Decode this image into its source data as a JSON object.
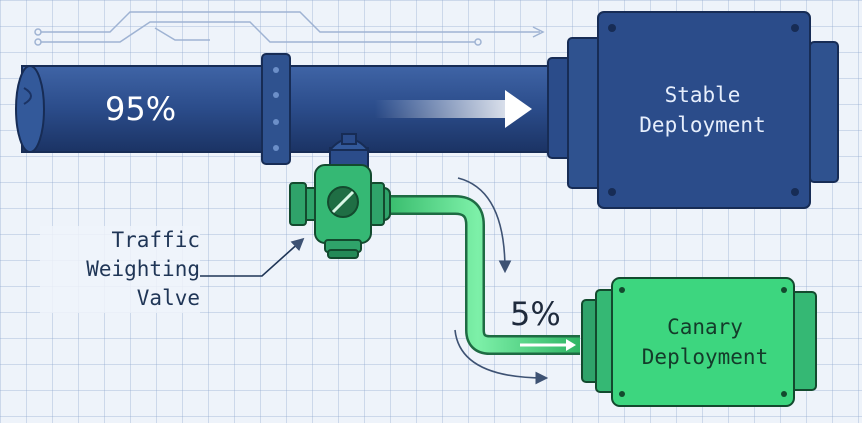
{
  "diagram": {
    "main_flow_percent": "95%",
    "canary_flow_percent": "5%",
    "stable_target": {
      "label": "Stable\nDeployment",
      "color": "#2b4c8a"
    },
    "canary_target": {
      "label": "Canary\nDeployment",
      "color": "#3dd67f"
    },
    "valve": {
      "label": "Traffic\nWeighting\nValve",
      "color": "#2fa36a"
    },
    "main_pipe_color": "#28477e",
    "canary_pipe_color": "#39c96f"
  }
}
